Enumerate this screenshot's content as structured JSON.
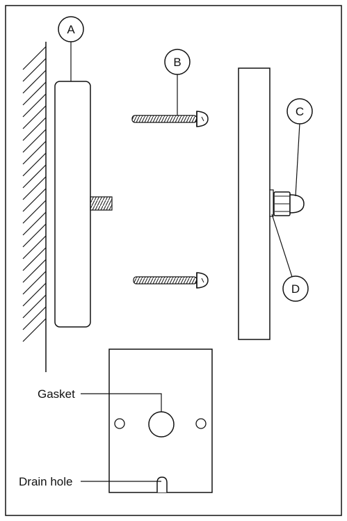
{
  "callouts": {
    "a": "A",
    "b": "B",
    "c": "C",
    "d": "D"
  },
  "labels": {
    "gasket": "Gasket",
    "drain_hole": "Drain hole"
  },
  "colors": {
    "stroke": "#111111",
    "background": "#ffffff"
  }
}
